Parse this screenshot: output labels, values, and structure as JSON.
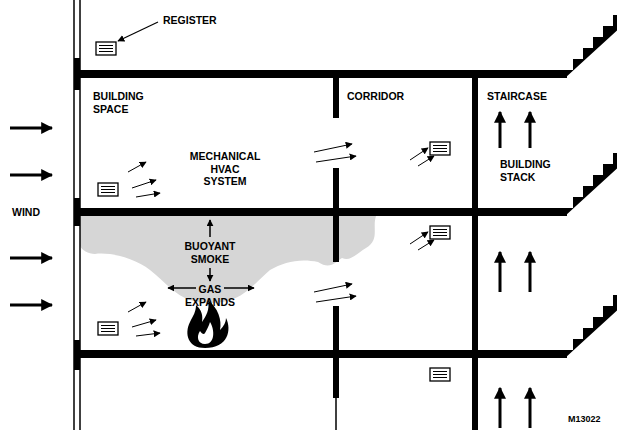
{
  "diagram": {
    "labels": [
      "REGISTER",
      "BUILDING SPACE",
      "MECHANICAL HVAC SYSTEM",
      "CORRIDOR",
      "STAIRCASE",
      "BUILDING STACK",
      "WIND",
      "BUOYANT SMOKE",
      "GAS EXPANDS",
      "M13022"
    ]
  }
}
